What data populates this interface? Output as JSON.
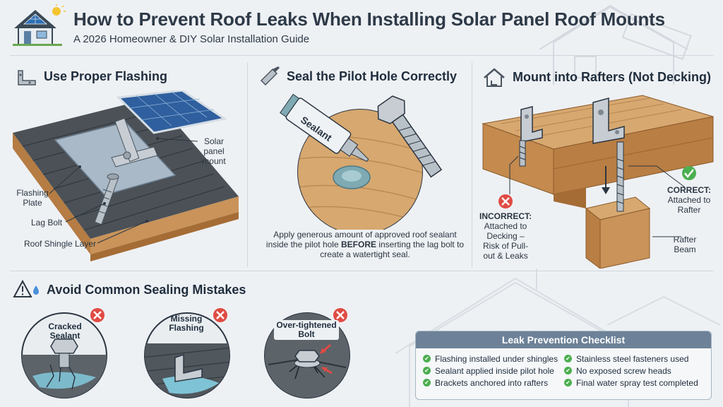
{
  "header": {
    "title": "How to Prevent Roof Leaks When Installing Solar Panel Roof Mounts",
    "subtitle": "A 2026 Homeowner & DIY Solar Installation Guide"
  },
  "sections": {
    "flashing": {
      "heading": "Use Proper Flashing",
      "labels": {
        "mount": "Solar panel mount",
        "plate": "Flashing Plate",
        "bolt": "Lag Bolt",
        "shingle": "Roof Shingle Layer"
      }
    },
    "seal": {
      "heading": "Seal the Pilot Hole Correctly",
      "tube_text": "Sealant",
      "caption_1": "Apply generous amount of approved roof sealant inside the pilot hole ",
      "caption_bold": "BEFORE",
      "caption_2": " inserting the lag bolt to create a watertight seal."
    },
    "rafters": {
      "heading": "Mount into Rafters (Not Decking)",
      "incorrect_title": "INCORRECT:",
      "incorrect_text": "Attached to Decking – Risk of Pull-out & Leaks",
      "correct_title": "CORRECT:",
      "correct_text": "Attached to Rafter",
      "beam": "Rafter Beam"
    },
    "mistakes": {
      "heading": "Avoid Common Sealing Mistakes",
      "items": [
        {
          "label": "Cracked Sealant"
        },
        {
          "label": "Missing Flashing"
        },
        {
          "label": "Over-tightened Bolt"
        }
      ]
    }
  },
  "checklist": {
    "title": "Leak Prevention Checklist",
    "left": [
      "Flashing installed under shingles",
      "Sealant applied inside pilot hole",
      "Brackets anchored into rafters"
    ],
    "right": [
      "Stainless steel fasteners used",
      "No exposed screw heads",
      "Final water spray test completed"
    ]
  },
  "colors": {
    "wood": "#c9935a",
    "shingle": "#4b5157",
    "metal": "#b9c1c8",
    "sealant": "#7fa9b3",
    "error": "#e04b43",
    "success": "#4caf50",
    "checklist_header": "#6d8298"
  }
}
